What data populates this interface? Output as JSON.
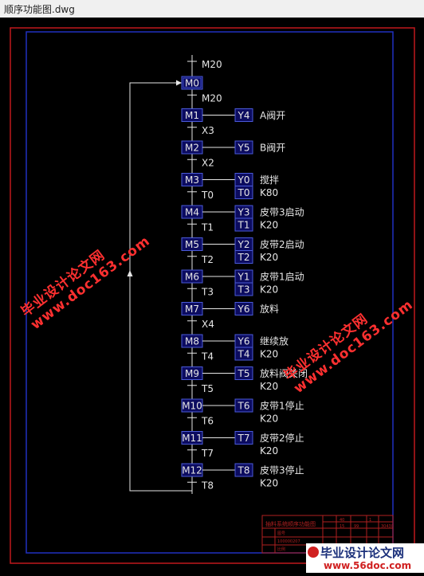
{
  "window": {
    "title": "顺序功能图.dwg"
  },
  "colors": {
    "frame_red": "#c0181c",
    "frame_blue": "#2030c0",
    "step_fill": "#0c0c60",
    "step_border": "#4a5ad8",
    "line": "#e6e6e6",
    "watermark": "#ff3030"
  },
  "diagram": {
    "top_label": "M20",
    "steps": [
      {
        "id": "M0",
        "transition": "M20",
        "actions": [],
        "initial": true
      },
      {
        "id": "M1",
        "transition": "X3",
        "actions": [
          {
            "out": "Y4",
            "desc": "A阀开",
            "timer": "",
            "k": ""
          }
        ]
      },
      {
        "id": "M2",
        "transition": "X2",
        "actions": [
          {
            "out": "Y5",
            "desc": "B阀开",
            "timer": "",
            "k": ""
          }
        ]
      },
      {
        "id": "M3",
        "transition": "T0",
        "actions": [
          {
            "out": "Y0",
            "desc": "搅拌",
            "timer": "T0",
            "k": "K80"
          }
        ]
      },
      {
        "id": "M4",
        "transition": "T1",
        "actions": [
          {
            "out": "Y3",
            "desc": "皮带3启动",
            "timer": "T1",
            "k": "K20"
          }
        ]
      },
      {
        "id": "M5",
        "transition": "T2",
        "actions": [
          {
            "out": "Y2",
            "desc": "皮带2启动",
            "timer": "T2",
            "k": "K20"
          }
        ]
      },
      {
        "id": "M6",
        "transition": "T3",
        "actions": [
          {
            "out": "Y1",
            "desc": "皮带1启动",
            "timer": "T3",
            "k": "K20"
          }
        ]
      },
      {
        "id": "M7",
        "transition": "X4",
        "actions": [
          {
            "out": "Y6",
            "desc": "放料",
            "timer": "",
            "k": ""
          }
        ]
      },
      {
        "id": "M8",
        "transition": "T4",
        "actions": [
          {
            "out": "Y6",
            "desc": "继续放",
            "timer": "T4",
            "k": "K20"
          }
        ]
      },
      {
        "id": "M9",
        "transition": "T5",
        "actions": [
          {
            "out": "T5",
            "desc": "放料阀关闭",
            "timer": "",
            "k": "K20"
          }
        ]
      },
      {
        "id": "M10",
        "transition": "T6",
        "actions": [
          {
            "out": "T6",
            "desc": "皮带1停止",
            "timer": "",
            "k": "K20"
          }
        ]
      },
      {
        "id": "M11",
        "transition": "T7",
        "actions": [
          {
            "out": "T7",
            "desc": "皮带2停止",
            "timer": "",
            "k": "K20"
          }
        ]
      },
      {
        "id": "M12",
        "transition": "T8",
        "actions": [
          {
            "out": "T8",
            "desc": "皮带3停止",
            "timer": "",
            "k": "K20"
          }
        ]
      }
    ]
  },
  "title_block": {
    "drawing_title": "抽料系统顺序功能图",
    "cells": [
      "40",
      "1",
      "15",
      "99",
      "30430",
      "图号",
      "100000207",
      "比例"
    ]
  },
  "watermarks": {
    "line1": "毕业设计论文网",
    "line2": "www.doc163.com"
  },
  "brand": {
    "name": "毕业设计论文网",
    "url": "www.56doc.com"
  }
}
